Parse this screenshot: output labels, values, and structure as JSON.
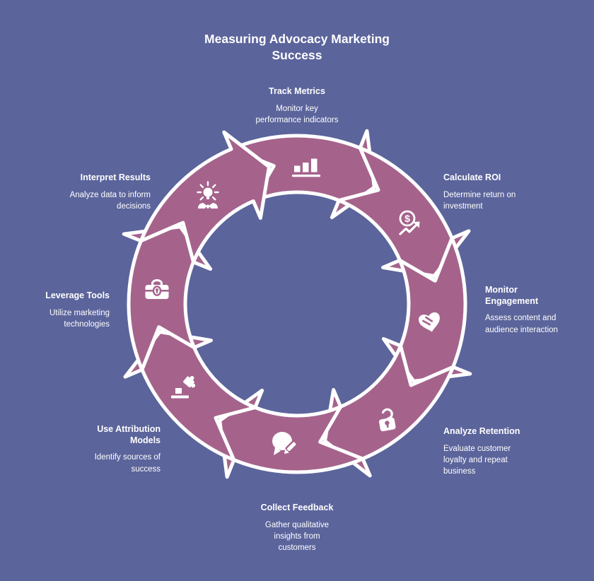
{
  "title": "Measuring Advocacy Marketing Success",
  "colors": {
    "background": "#5b649b",
    "ring": "#a5638c",
    "outline": "#ffffff",
    "text": "#ffffff"
  },
  "diagram": {
    "type": "cycle",
    "direction": "clockwise",
    "segments": 8
  },
  "steps": [
    {
      "title": "Track Metrics",
      "description": "Monitor key performance indicators",
      "icon": "bar-chart-icon"
    },
    {
      "title": "Calculate ROI",
      "description": "Determine return on investment",
      "icon": "dollar-growth-icon"
    },
    {
      "title": "Monitor Engagement",
      "description": "Assess content and audience interaction",
      "icon": "handshake-heart-icon"
    },
    {
      "title": "Analyze Retention",
      "description": "Evaluate customer loyalty and repeat business",
      "icon": "open-lock-icon"
    },
    {
      "title": "Collect Feedback",
      "description": "Gather qualitative insights from customers",
      "icon": "feedback-pencil-icon"
    },
    {
      "title": "Use Attribution Models",
      "description": "Identify sources of success",
      "icon": "flag-puzzle-icon"
    },
    {
      "title": "Leverage Tools",
      "description": "Utilize marketing technologies",
      "icon": "toolbox-icon"
    },
    {
      "title": "Interpret Results",
      "description": "Analyze data to inform decisions",
      "icon": "person-idea-icon"
    }
  ]
}
